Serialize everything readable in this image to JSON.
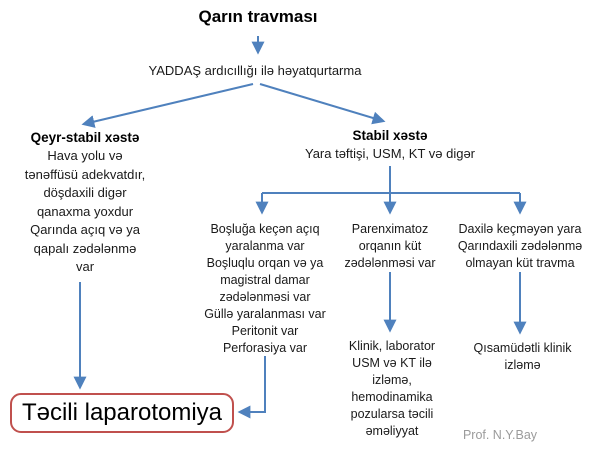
{
  "title": "Qarın travması",
  "subtitle": "YADDAŞ ardıcıllığı ilə həyatqurtarma",
  "left_branch": {
    "heading": "Qeyr-stabil xəstə",
    "body": "Hava yolu və\ntənəffüsü adekvatdır,\ndöşdaxili digər\nqanaxma yoxdur\nQarında açıq və ya\nqapalı zədələnmə\nvar"
  },
  "right_branch": {
    "heading": "Stabil xəstə",
    "subheading": "Yara təftişi, USM, KT və digər",
    "columns": [
      {
        "text": "Boşluğa keçən açıq\nyaralanma var\nBoşluqlu orqan və ya\nmagistral damar\nzədələnməsi var\nGüllə yaralanması var\nPeritonit var\nPerforasiya var",
        "outcome": "Təcili laparotomiya"
      },
      {
        "text": "Parenximatoz\norqanın küt\nzədələnməsi var",
        "outcome": "Klinik, laborator\nUSM və KT ilə\nizləmə,\nhemodinamika\npozularsa təcili\nəməliyyat"
      },
      {
        "text": "Daxilə keçməyən yara\nQarındaxili zədələnmə\nolmayan küt travma",
        "outcome": "Qısamüdətli klinik\nizləmə"
      }
    ]
  },
  "urgent_box": {
    "label": "Təcili laparotomiya"
  },
  "credit": "Prof. N.Y.Bay",
  "colors": {
    "arrow": "#4f81bd",
    "box_border": "#c0504d",
    "text": "#1a1a1a",
    "credit_text": "#9b9b9b",
    "background": "#ffffff"
  }
}
